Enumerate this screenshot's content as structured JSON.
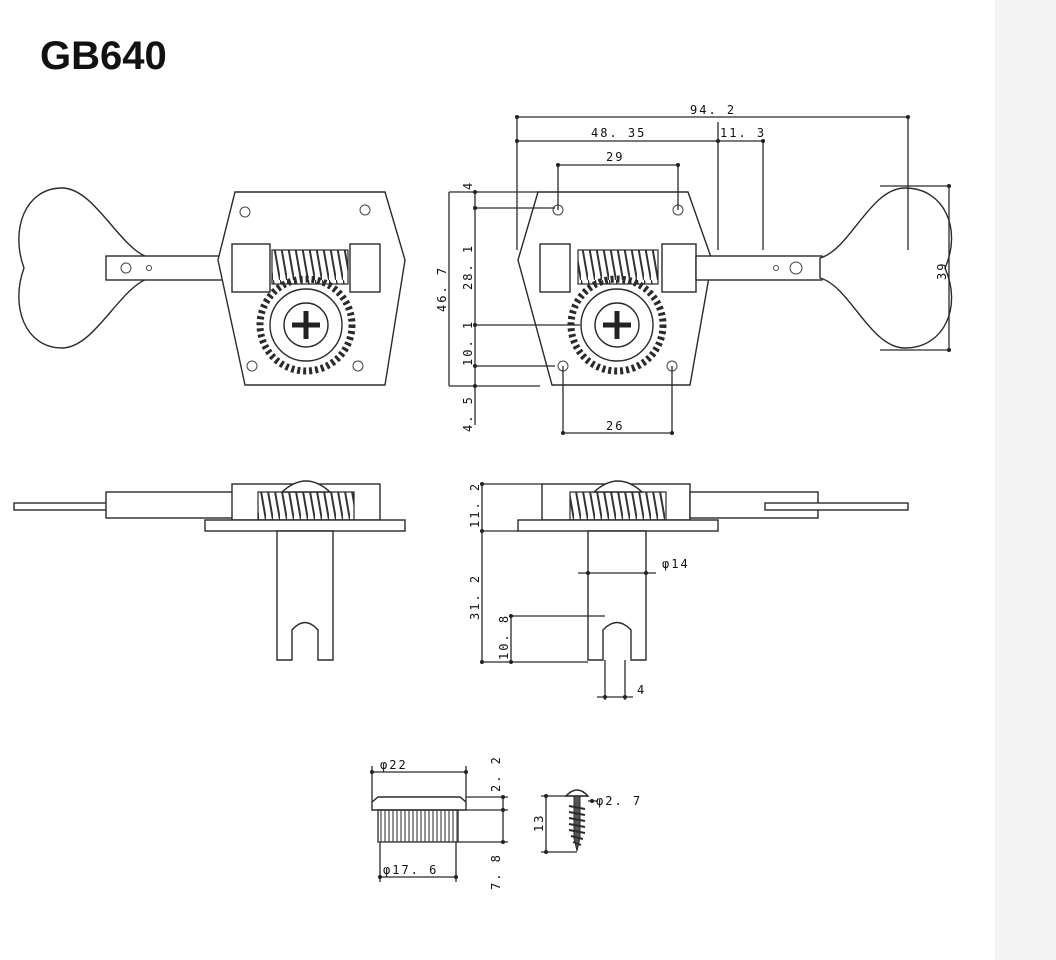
{
  "title": "GB640",
  "dimensions": {
    "overall_length": "94. 2",
    "plate_to_post": "48. 35",
    "post_to_key": "11. 3",
    "screw_spacing_top": "29",
    "screw_spacing_bottom": "26",
    "key_height": "39",
    "plate_height": "46. 7",
    "top_offset": "4",
    "hole_to_post": "28. 1",
    "post_to_hole": "10. 1",
    "bottom_offset": "4. 5",
    "housing_height": "11. 2",
    "post_diameter": "φ14",
    "post_length": "31. 2",
    "slot_depth": "10. 8",
    "slot_width": "4",
    "bushing_flange_diameter": "φ22",
    "bushing_flange_thickness": "2. 2",
    "bushing_body_diameter": "φ17. 6",
    "bushing_body_height": "7. 8",
    "screw_length": "13",
    "screw_diameter": "φ2. 7"
  },
  "colors": {
    "line": "#2a2a2a",
    "text": "#111111",
    "panel": "#f3f3f3"
  }
}
